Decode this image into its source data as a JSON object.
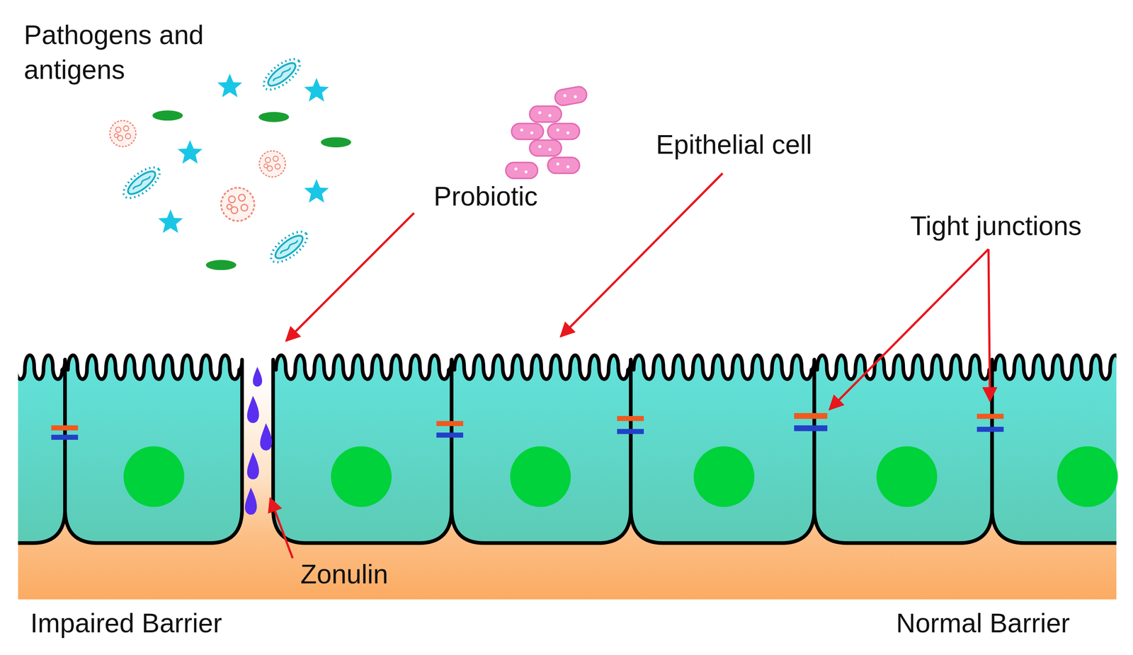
{
  "diagram": {
    "labels": [
      "Pathogens and antigens",
      "Epithelial cell",
      "Probiotic",
      "Tight junctions",
      "Zonulin",
      "Impaired Barrier",
      "Normal Barrier"
    ]
  }
}
